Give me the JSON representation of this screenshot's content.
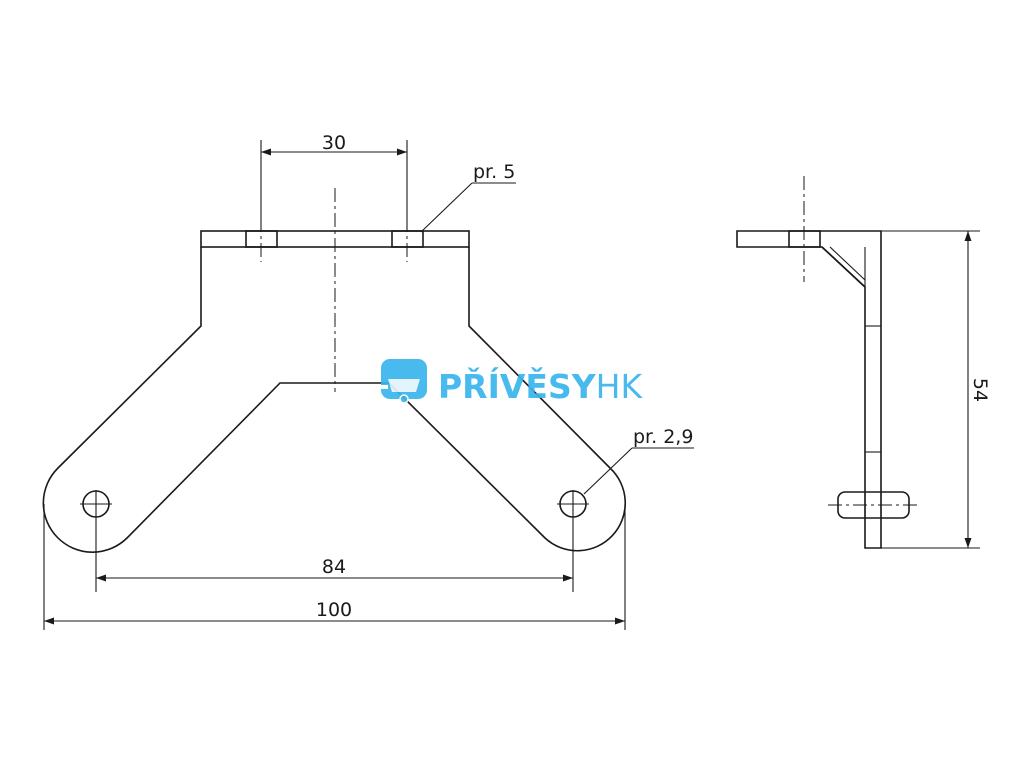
{
  "dimensions": {
    "top_width": "30",
    "top_hole": "pr. 5",
    "bottom_hole": "pr. 2,9",
    "hole_spacing": "84",
    "overall_width": "100",
    "height": "54"
  },
  "logo": {
    "brand_main": "PŘÍVĚSY",
    "brand_suffix": "HK",
    "color": "#39b5ec"
  }
}
